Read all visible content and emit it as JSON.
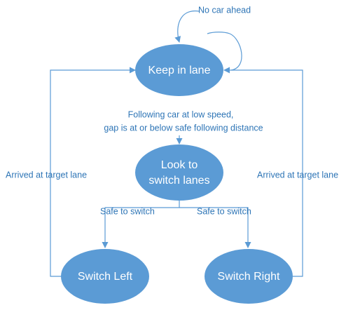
{
  "diagram": {
    "type": "state-machine",
    "colors": {
      "node_fill": "#5B9BD5",
      "node_text": "#FFFFFF",
      "edge": "#5B9BD5",
      "edge_label": "#2E75B6",
      "background": "#FFFFFF"
    },
    "nodes": {
      "keep_lane": {
        "label": "Keep in lane"
      },
      "look_switch": {
        "line1": "Look to",
        "line2": "switch lanes"
      },
      "switch_left": {
        "label": "Switch Left"
      },
      "switch_right": {
        "label": "Switch Right"
      }
    },
    "edges": {
      "self_loop": {
        "label": "No car ahead"
      },
      "keep_to_look": {
        "line1": "Following car at low speed,",
        "line2": "gap is at or below safe following distance"
      },
      "look_to_left": {
        "label": "Safe to switch"
      },
      "look_to_right": {
        "label": "Safe to switch"
      },
      "left_to_keep": {
        "label": "Arrived at target lane"
      },
      "right_to_keep": {
        "label": "Arrived at target lane"
      }
    }
  }
}
